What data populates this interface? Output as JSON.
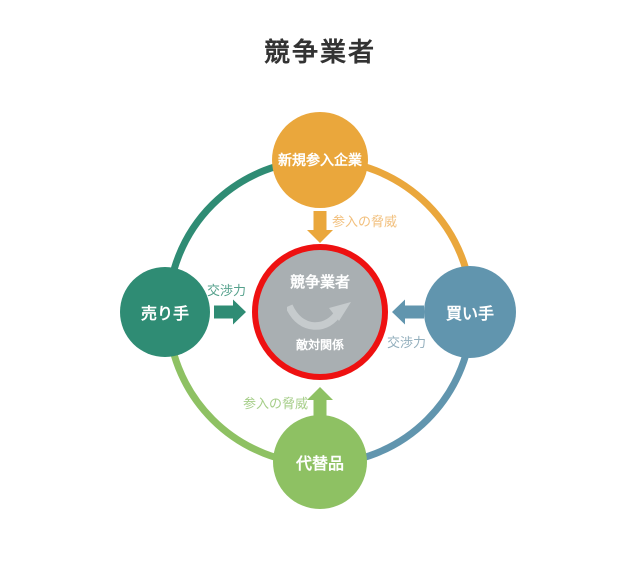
{
  "title": "競争業者",
  "colors": {
    "orange": "#EAA73C",
    "orange_light": "#F2C07E",
    "teal": "#2F8C74",
    "teal_light": "#55A18C",
    "blue": "#6195AE",
    "blue_light": "#93AFBD",
    "green": "#8EC163",
    "green_light": "#A6CE89",
    "gray": "#A9AFB2",
    "red": "#EE1111",
    "icon_gray": "#C6CBCD",
    "title_text": "#333333",
    "circle_text": "#FFFFFF"
  },
  "center": {
    "label": "競争業者",
    "sublabel": "敵対関係",
    "icon": "curved-swoosh-arrow-icon"
  },
  "nodes": {
    "top": {
      "label": "新規参入企業"
    },
    "left": {
      "label": "売り手"
    },
    "right": {
      "label": "買い手"
    },
    "bottom": {
      "label": "代替品"
    }
  },
  "arrows": {
    "top": {
      "label": "参入の脅威",
      "direction": "down"
    },
    "left": {
      "label": "交渉力",
      "direction": "right"
    },
    "right": {
      "label": "交渉力",
      "direction": "left"
    },
    "bottom": {
      "label": "参入の脅威",
      "direction": "up"
    }
  }
}
